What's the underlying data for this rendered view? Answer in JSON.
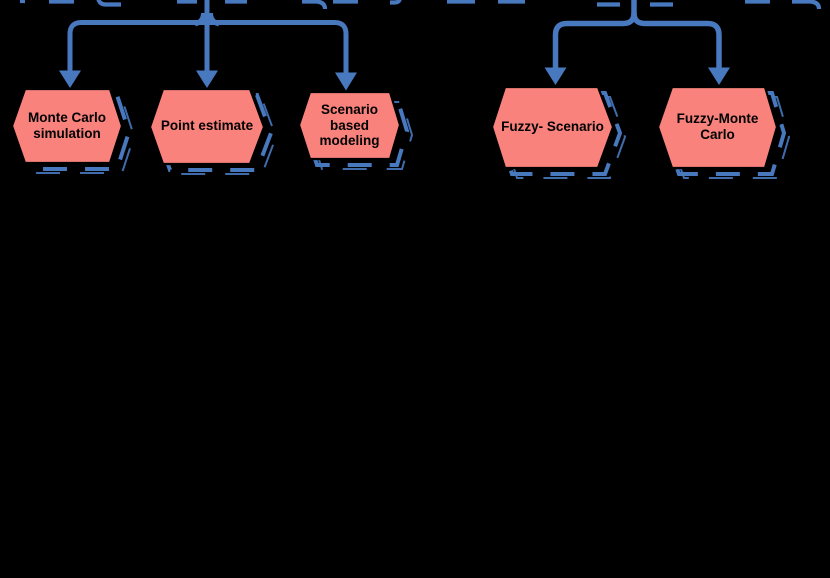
{
  "diagram": {
    "type": "flowchart-fragment",
    "colors": {
      "background": "#000000",
      "connector_blue": "#4878BE",
      "node_fill": "#F9827C",
      "node_border": "#000000",
      "label_text": "#000000"
    },
    "nodes": [
      {
        "id": "monte-carlo-simulation",
        "shape": "hexagon",
        "label": "Monte Carlo\nsimulation"
      },
      {
        "id": "point-estimate",
        "shape": "hexagon",
        "label": "Point estimate"
      },
      {
        "id": "scenario-based-modeling",
        "shape": "hexagon",
        "label": "Scenario\nbased\nmodeling"
      },
      {
        "id": "fuzzy-scenario",
        "shape": "hexagon",
        "label": "Fuzzy- Scenario"
      },
      {
        "id": "fuzzy-monte-carlo",
        "shape": "hexagon",
        "label": "Fuzzy-Monte\nCarlo"
      }
    ],
    "connections": [
      {
        "from": "cropped-parent-left",
        "to": [
          "monte-carlo-simulation",
          "point-estimate",
          "scenario-based-modeling"
        ],
        "style": "solid-arrow"
      },
      {
        "from": "cropped-parent-right",
        "to": [
          "fuzzy-scenario",
          "fuzzy-monte-carlo"
        ],
        "style": "solid-arrow"
      }
    ]
  }
}
